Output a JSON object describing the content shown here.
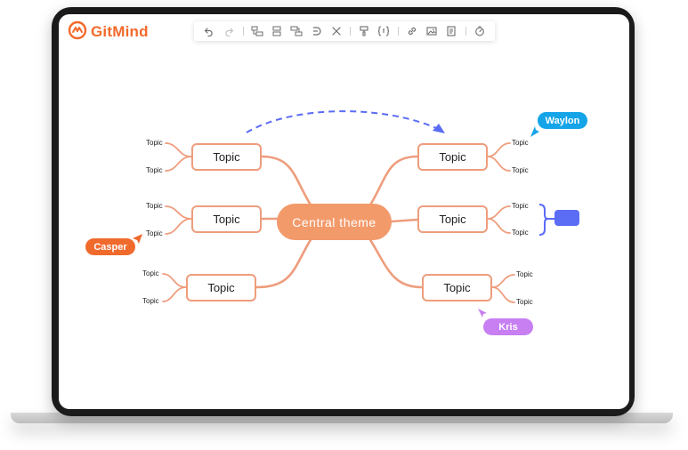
{
  "app": {
    "logo_text": "GitMind",
    "brand_color": "#f26a2b"
  },
  "toolbar": {
    "buttons": [
      {
        "icon": "undo-icon",
        "enabled": true
      },
      {
        "icon": "redo-icon",
        "enabled": false
      },
      {
        "icon": "add-child-topic-icon",
        "enabled": true
      },
      {
        "icon": "add-sibling-topic-icon",
        "enabled": true
      },
      {
        "icon": "add-parent-topic-icon",
        "enabled": true
      },
      {
        "icon": "relationship-icon",
        "enabled": true
      },
      {
        "icon": "connector-style-icon",
        "enabled": true
      },
      {
        "icon": "format-painter-icon",
        "enabled": true
      },
      {
        "icon": "summary-icon",
        "enabled": true
      },
      {
        "icon": "link-icon",
        "enabled": true
      },
      {
        "icon": "image-icon",
        "enabled": true
      },
      {
        "icon": "note-icon",
        "enabled": true
      },
      {
        "icon": "timer-icon",
        "enabled": true
      }
    ]
  },
  "mindmap": {
    "central": "Central  theme",
    "topics": {
      "left_top": "Topic",
      "left_mid": "Topic",
      "left_bottom": "Topic",
      "right_top": "Topic",
      "right_mid": "Topic",
      "right_bottom": "Topic"
    },
    "subtopics": {
      "lt1": "Topic",
      "lt2": "Topic",
      "lm1": "Topic",
      "lm2": "Topic",
      "lb1": "Topic",
      "lb2": "Topic",
      "rt1": "Topic",
      "rt2": "Topic",
      "rm1": "Topic",
      "rm2": "Topic",
      "rb1": "Topic",
      "rb2": "Topic"
    }
  },
  "collaborators": {
    "casper": {
      "name": "Casper",
      "color": "#f06a2c"
    },
    "waylon": {
      "name": "Waylon",
      "color": "#15a4e8"
    },
    "kris": {
      "name": "Kris",
      "color": "#c77ff2"
    }
  },
  "colors": {
    "branch": "#ee9d7d",
    "central_fill": "#f39a6b",
    "relationship_line": "#5b6cf5",
    "summary": "#5b6cf5"
  }
}
